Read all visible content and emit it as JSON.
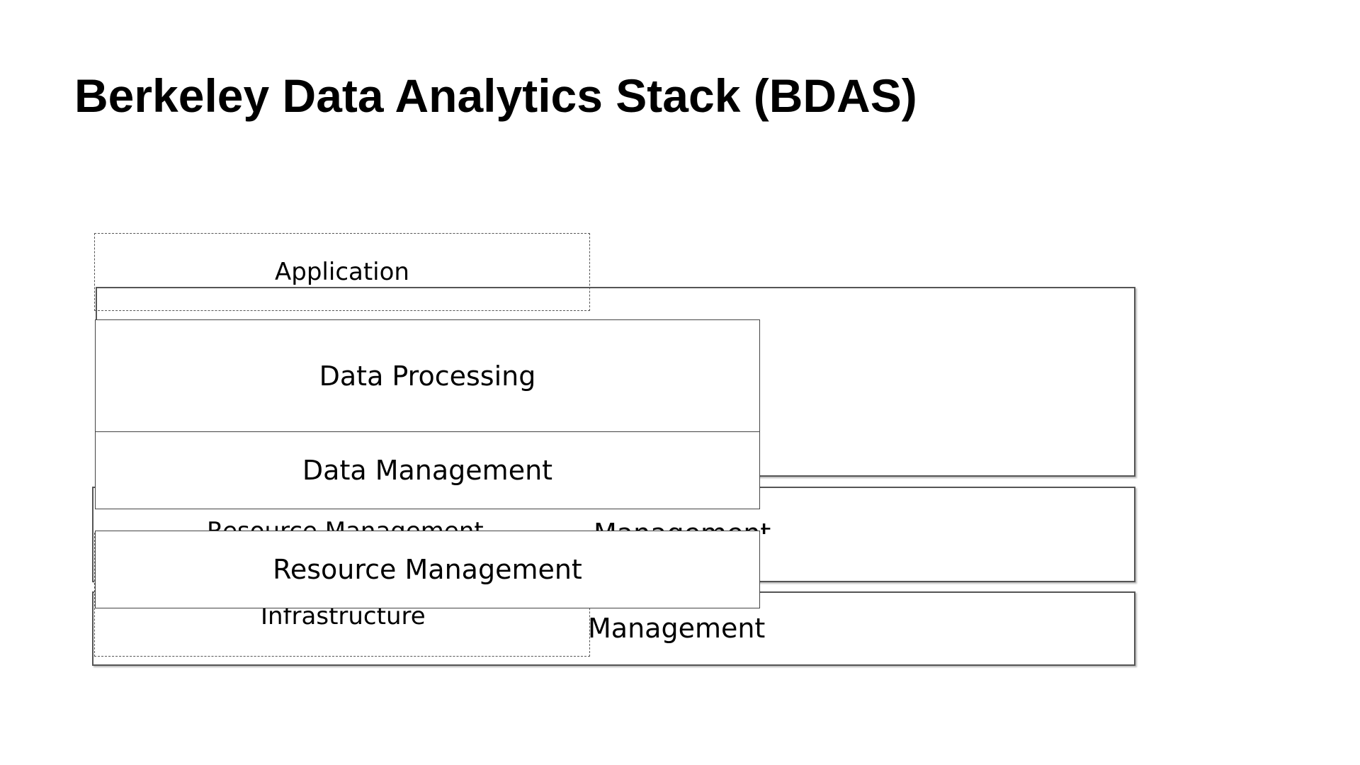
{
  "slide": {
    "title": "Berkeley Data Analytics Stack (BDAS)"
  },
  "background_layers": {
    "middle_label": "Management",
    "bottom_label": "Management"
  },
  "ghost_layers": {
    "application": "Application",
    "resource_management": "Resource Management",
    "infrastructure": "Infrastructure"
  },
  "stack": {
    "data_processing": "Data Processing",
    "data_management": "Data Management",
    "resource_management": "Resource Management"
  },
  "colors": {
    "background": "#ffffff",
    "text": "#000000",
    "border": "#444444"
  }
}
